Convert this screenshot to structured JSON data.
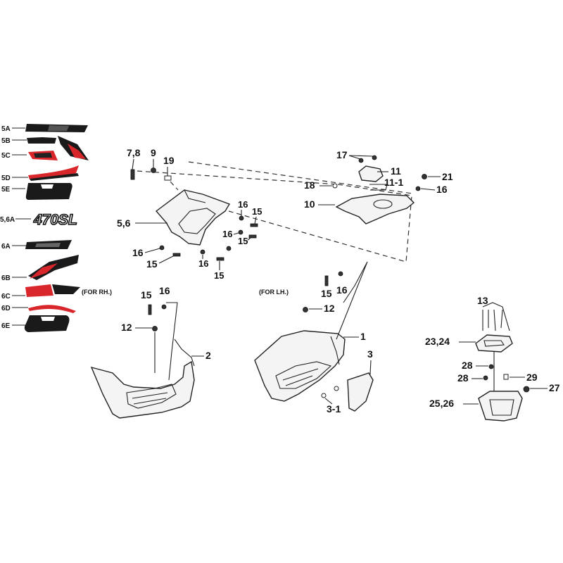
{
  "decals": {
    "d5a": "5A",
    "d5b": "5B",
    "d5c": "5C",
    "d5d": "5D",
    "d5e": "5E",
    "d56a": "5,6A",
    "d56a_text": "470SL",
    "d6a": "6A",
    "d6b": "6B",
    "d6c": "6C",
    "d6d": "6D",
    "d6e": "6E"
  },
  "callouts": {
    "c78": "7,8",
    "c9": "9",
    "c19": "19",
    "c56": "5,6",
    "c16a": "16",
    "c15a": "15",
    "c16b": "16",
    "c15b": "15",
    "c16c": "16",
    "c15c": "15",
    "c16d": "16",
    "c15d": "15",
    "c17": "17",
    "c11": "11",
    "c18": "18",
    "c111": "11-1",
    "c10": "10",
    "c21": "21",
    "c16e": "16",
    "c15e": "15",
    "c16f": "16",
    "c12a": "12",
    "c2": "2",
    "c15f": "15",
    "c16g": "16",
    "c12b": "12",
    "c1": "1",
    "c3": "3",
    "c31": "3-1",
    "c13": "13",
    "c2324": "23,24",
    "c28a": "28",
    "c28b": "28",
    "c29": "29",
    "c27": "27",
    "c2526": "25,26"
  },
  "notes": {
    "for_rh": "(FOR RH.)",
    "for_lh": "(FOR LH.)"
  },
  "colors": {
    "decal_red": "#d9262b",
    "decal_black": "#1a1a1a",
    "line": "#222222"
  }
}
